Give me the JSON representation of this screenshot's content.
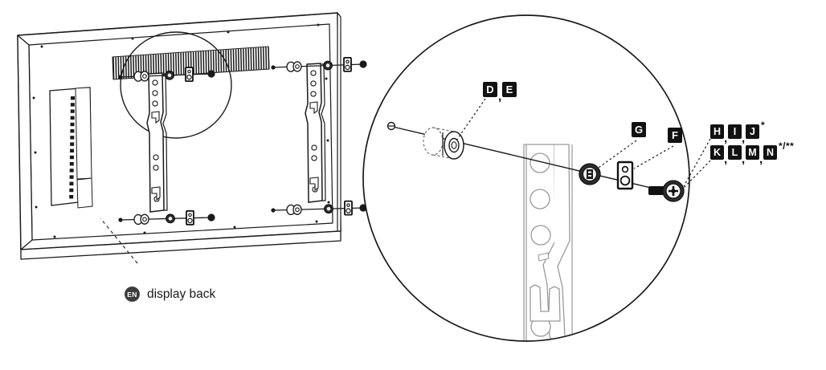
{
  "document": {
    "type": "assembly-instruction-diagram",
    "title": "Display back bracket mounting detail"
  },
  "caption": {
    "language_badge": "EN",
    "text": "display back",
    "badge_color": "#3d3d3d"
  },
  "left_view": {
    "name": "display-back-overview",
    "description": "Rear perspective view of flat panel display with two vertical mounting rails",
    "features": [
      "ventilation-grille",
      "connector-recess-panel",
      "left-mounting-rail",
      "right-mounting-rail",
      "detail-highlight-circle"
    ],
    "hardware_groups": 4
  },
  "detail_view": {
    "name": "exploded-hardware-detail",
    "description": "Magnified circular callout showing spacer, rail, washer, plate and screw on one assembly axis",
    "parts_order": [
      "spacer",
      "mounting-rail",
      "washer",
      "plate",
      "screw"
    ]
  },
  "labels": {
    "spacer": {
      "parts": [
        "D",
        "E"
      ],
      "separator": ",",
      "target": "spacer-sleeve"
    },
    "washer": {
      "parts": [
        "G"
      ],
      "target": "washer-ring"
    },
    "plate": {
      "parts": [
        "F"
      ],
      "target": "mounting-plate"
    },
    "screws": {
      "row1": {
        "parts": [
          "H",
          "I",
          "J"
        ],
        "separator": ",",
        "footnote": "*"
      },
      "row2": {
        "parts": [
          "K",
          "L",
          "M",
          "N"
        ],
        "separator": ",",
        "footnote": "*/**"
      },
      "target": "screw"
    }
  },
  "colors": {
    "line": "#1a1a1a",
    "thin_line": "#8a8a8a",
    "chip_bg": "#111111",
    "chip_text": "#ffffff",
    "background": "#ffffff"
  }
}
